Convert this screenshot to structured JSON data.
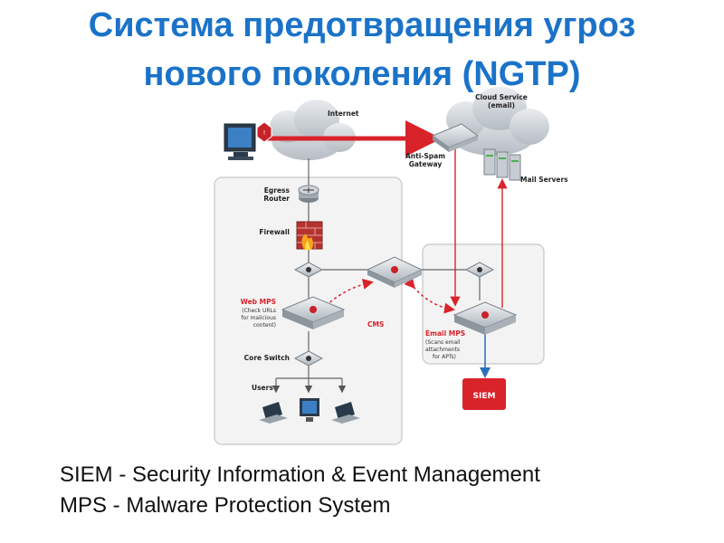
{
  "title_lines": [
    "Система предотвращения угроз",
    "нового поколения (NGTP)"
  ],
  "legend_lines": [
    "SIEM - Security Information & Event Management",
    "MPS - Malware Protection System"
  ],
  "labels": {
    "internet": "Internet",
    "cloud_service_1": "Cloud Service",
    "cloud_service_2": "(email)",
    "anti_spam_1": "Anti-Spam",
    "anti_spam_2": "Gateway",
    "mail_servers": "Mail Servers",
    "egress_1": "Egress",
    "egress_2": "Router",
    "firewall": "Firewall",
    "web_mps": "Web MPS",
    "web_mps_note_1": "(Check URLs",
    "web_mps_note_2": "for malicious",
    "web_mps_note_3": "content)",
    "cms": "CMS",
    "email_mps": "Email MPS",
    "email_mps_note_1": "(Scans email",
    "email_mps_note_2": "attachments",
    "email_mps_note_3": "for APTs)",
    "core_switch": "Core Switch",
    "users": "Users",
    "siem": "SIEM"
  },
  "colors": {
    "title": "#1a73c8",
    "red_link": "#d9232a",
    "device": "#d8dde3",
    "cloud": "#c9ced4",
    "zone": "#f0f0f0"
  }
}
